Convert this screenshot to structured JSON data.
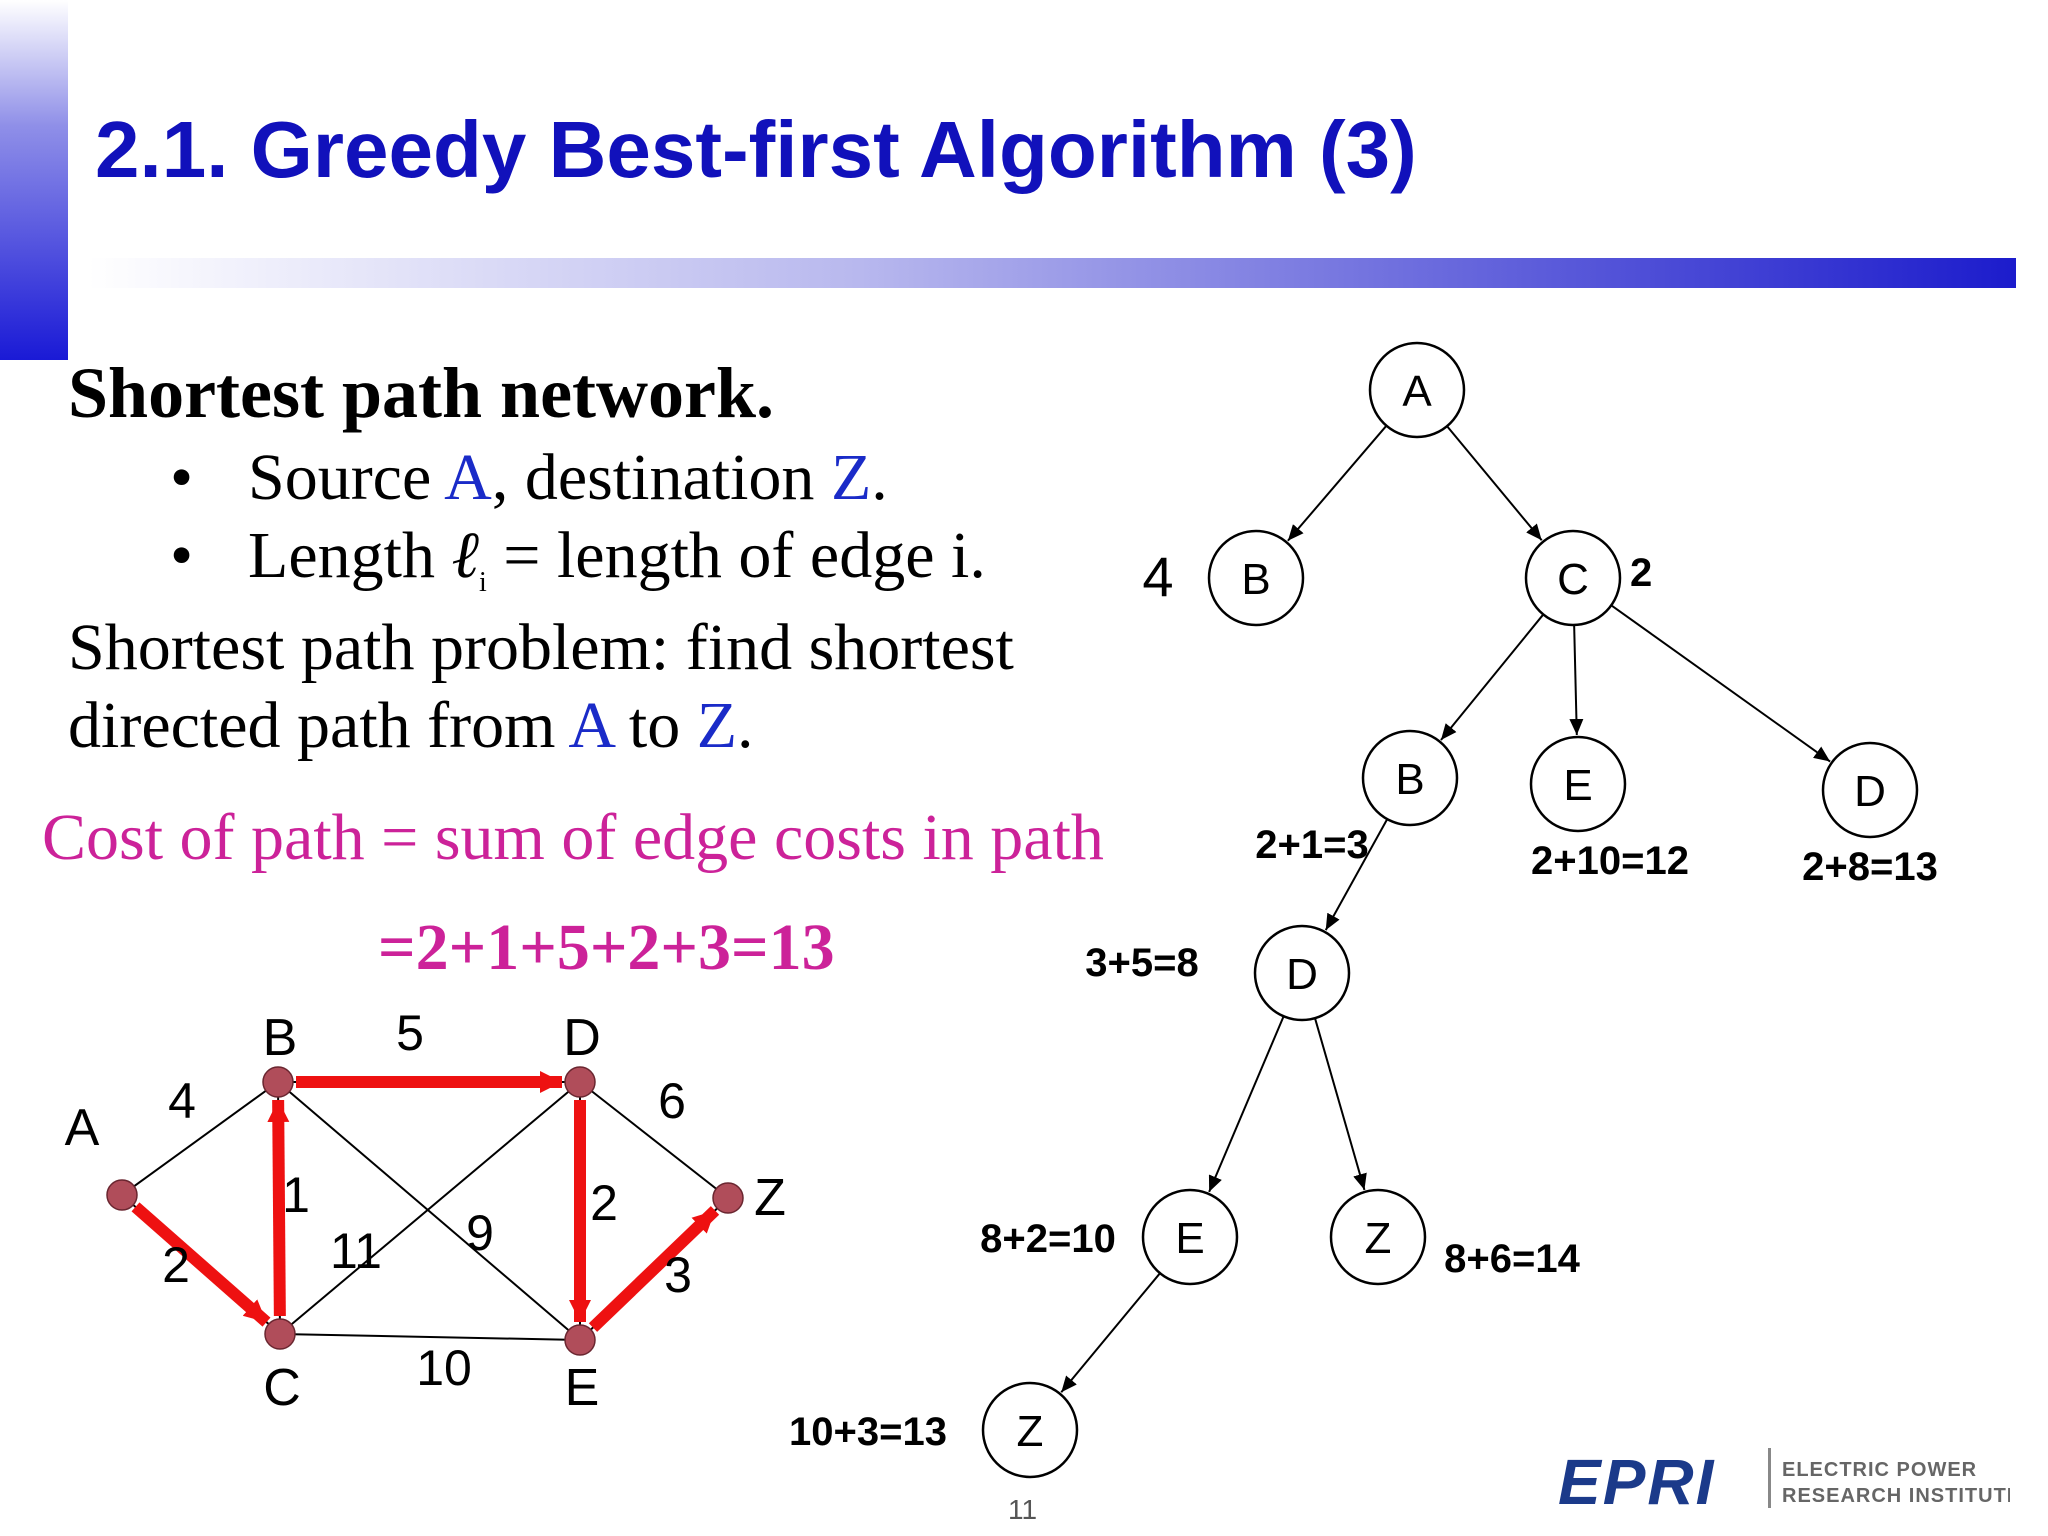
{
  "title": "2.1. Greedy Best-first Algorithm (3)",
  "heading": "Shortest path network.",
  "bullets": [
    {
      "pre": "Source ",
      "source": "A",
      "mid": ", destination ",
      "dest": "Z",
      "post": "."
    },
    {
      "pre": "Length ",
      "symbol": "ℓ",
      "subscript": "i",
      "post": " = length of edge i."
    }
  ],
  "problem_line1": "Shortest path problem:  find shortest",
  "problem_line2": {
    "pre": "directed path from ",
    "a": "A",
    "mid": " to ",
    "z": "Z",
    "post": "."
  },
  "cost_text": "Cost of path = sum of edge costs in path",
  "cost_formula": "=2+1+5+2+3=13",
  "graph": {
    "nodes": [
      {
        "id": "A",
        "label": "A"
      },
      {
        "id": "B",
        "label": "B"
      },
      {
        "id": "C",
        "label": "C"
      },
      {
        "id": "D",
        "label": "D"
      },
      {
        "id": "E",
        "label": "E"
      },
      {
        "id": "Z",
        "label": "Z"
      }
    ],
    "edges": [
      {
        "from": "A",
        "to": "B",
        "weight": "4"
      },
      {
        "from": "A",
        "to": "C",
        "weight": "2"
      },
      {
        "from": "C",
        "to": "B",
        "weight": "1"
      },
      {
        "from": "B",
        "to": "D",
        "weight": "5"
      },
      {
        "from": "C",
        "to": "D",
        "weight": "11"
      },
      {
        "from": "B",
        "to": "E",
        "weight": "9"
      },
      {
        "from": "C",
        "to": "E",
        "weight": "10"
      },
      {
        "from": "D",
        "to": "E",
        "weight": "2"
      },
      {
        "from": "D",
        "to": "Z",
        "weight": "6"
      },
      {
        "from": "E",
        "to": "Z",
        "weight": "3"
      }
    ],
    "path_edges": [
      "A-C",
      "C-B",
      "B-D",
      "D-E",
      "E-Z"
    ],
    "node_color": "#b04d5a",
    "path_color": "#ee1111"
  },
  "search_tree": {
    "nodes": [
      {
        "id": "n_a",
        "label": "A",
        "cost": ""
      },
      {
        "id": "n_b1",
        "label": "B",
        "cost": "4"
      },
      {
        "id": "n_c",
        "label": "C",
        "cost": "2"
      },
      {
        "id": "n_b2",
        "label": "B",
        "cost": "2+1=3"
      },
      {
        "id": "n_e1",
        "label": "E",
        "cost": "2+10=12"
      },
      {
        "id": "n_d1",
        "label": "D",
        "cost": "2+8=13"
      },
      {
        "id": "n_d2",
        "label": "D",
        "cost": "3+5=8"
      },
      {
        "id": "n_e2",
        "label": "E",
        "cost": "8+2=10"
      },
      {
        "id": "n_z1",
        "label": "Z",
        "cost": "8+6=14"
      },
      {
        "id": "n_z2",
        "label": "Z",
        "cost": "10+3=13"
      }
    ],
    "edges": [
      {
        "from": "n_a",
        "to": "n_b1"
      },
      {
        "from": "n_a",
        "to": "n_c"
      },
      {
        "from": "n_c",
        "to": "n_b2"
      },
      {
        "from": "n_c",
        "to": "n_e1"
      },
      {
        "from": "n_c",
        "to": "n_d1"
      },
      {
        "from": "n_b2",
        "to": "n_d2"
      },
      {
        "from": "n_d2",
        "to": "n_e2"
      },
      {
        "from": "n_d2",
        "to": "n_z1"
      },
      {
        "from": "n_e2",
        "to": "n_z2"
      }
    ]
  },
  "page_number": "11",
  "logo": {
    "mark": "EPRI",
    "line1": "ELECTRIC POWER",
    "line2": "RESEARCH INSTITUTE",
    "color": "#1b3a8a"
  }
}
